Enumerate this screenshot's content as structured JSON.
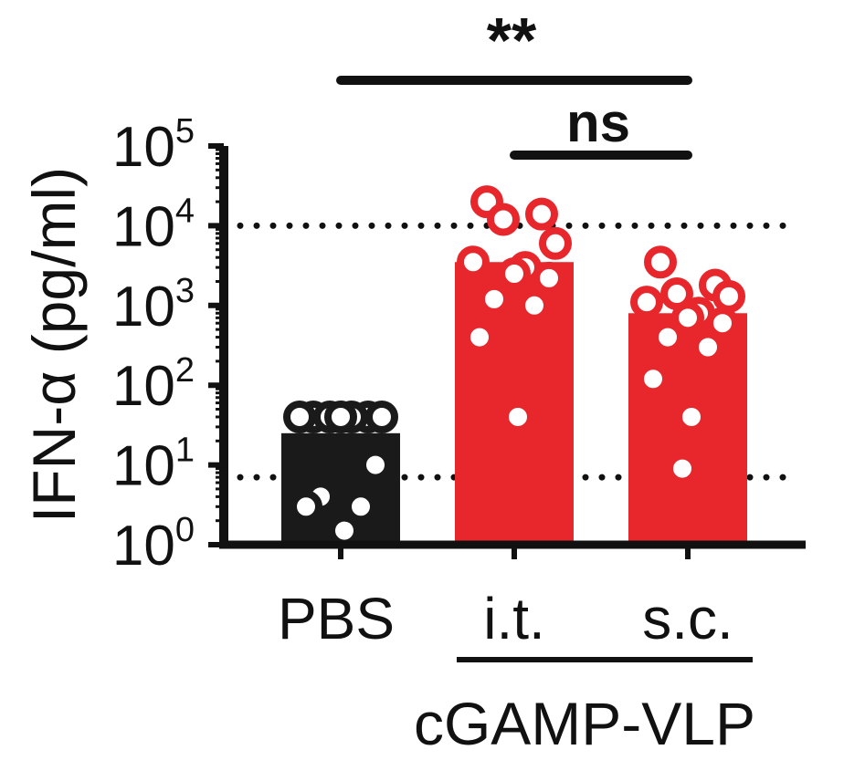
{
  "chart_data": {
    "type": "bar",
    "yscale": "log",
    "ylim": [
      1,
      100000
    ],
    "ylabel": "IFN-α (pg/ml)",
    "yticks": [
      {
        "value": 1,
        "label": "10",
        "exp": "0"
      },
      {
        "value": 10,
        "label": "10",
        "exp": "1"
      },
      {
        "value": 100,
        "label": "10",
        "exp": "2"
      },
      {
        "value": 1000,
        "label": "10",
        "exp": "3"
      },
      {
        "value": 10000,
        "label": "10",
        "exp": "4"
      },
      {
        "value": 100000,
        "label": "10",
        "exp": "5"
      }
    ],
    "categories": [
      "PBS",
      "i.t.",
      "s.c."
    ],
    "group_label": "cGAMP-VLP",
    "reference_lines": [
      10000,
      7
    ],
    "series": [
      {
        "values": [
          25,
          3500,
          800
        ],
        "colors": [
          "#1a1a1a",
          "#e8272c",
          "#e8272c"
        ],
        "points": [
          [
            40,
            40,
            40,
            40,
            40,
            40,
            40,
            10,
            4,
            3,
            3,
            1.5
          ],
          [
            20000,
            14000,
            12000,
            6000,
            3500,
            3000,
            2500,
            2200,
            1200,
            1000,
            400,
            40
          ],
          [
            3500,
            1800,
            1400,
            1300,
            1100,
            800,
            700,
            600,
            400,
            300,
            120,
            40,
            9
          ]
        ]
      }
    ],
    "annotations": [
      {
        "text": "**",
        "from": "PBS",
        "to": "s.c."
      },
      {
        "text": "ns",
        "from": "i.t.",
        "to": "s.c."
      }
    ]
  }
}
